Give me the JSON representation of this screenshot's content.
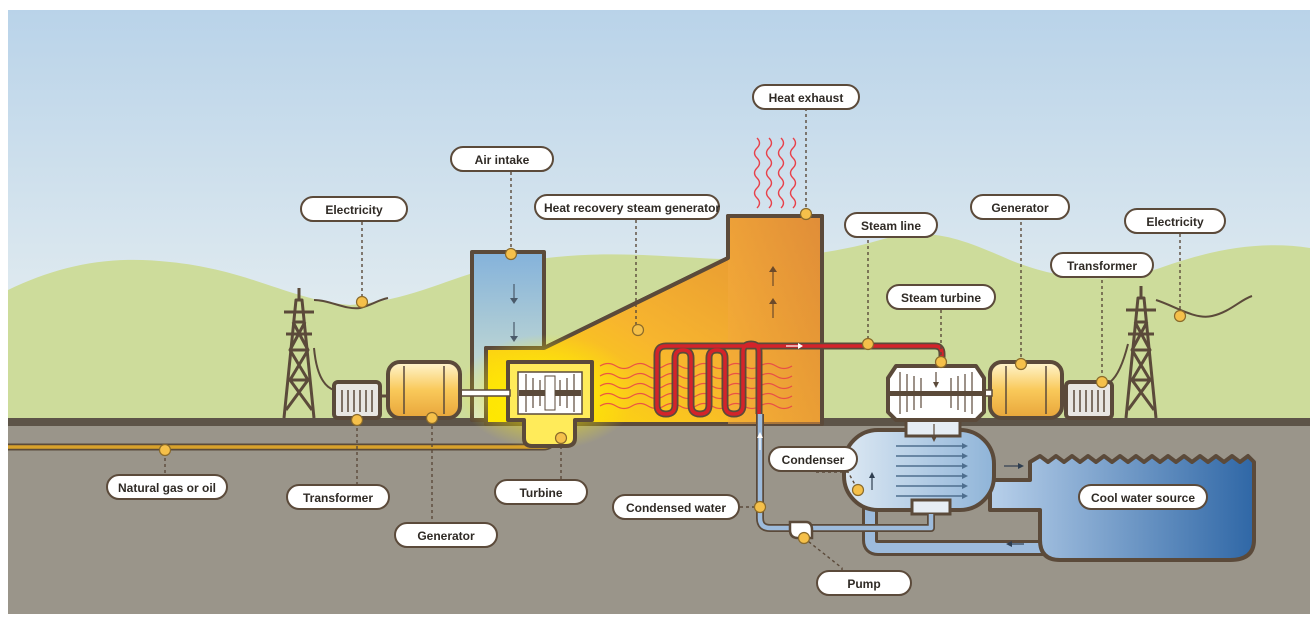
{
  "labels": {
    "heat_exhaust": "Heat exhaust",
    "air_intake": "Air intake",
    "hrsg": "Heat recovery steam generator",
    "electricity_left": "Electricity",
    "steam_line": "Steam line",
    "generator_right": "Generator",
    "electricity_right": "Electricity",
    "transformer_right": "Transformer",
    "steam_turbine": "Steam turbine",
    "condenser": "Condenser",
    "natural_gas": "Natural gas or oil",
    "transformer_left": "Transformer",
    "turbine": "Turbine",
    "generator_left": "Generator",
    "condensed_water": "Condensed water",
    "cool_water": "Cool water source",
    "pump": "Pump"
  },
  "colors": {
    "sky_top": "#b9d3e9",
    "sky_bottom": "#eef3f2",
    "hills": "#cddc9b",
    "ground": "#9a958a",
    "outline": "#5b4a3a",
    "hot": "#ffe400",
    "exhaust_duct": "#f0a030",
    "air_duct": "#8db8dc",
    "steam_pipe": "#d4232a",
    "water_pipe": "#8fb4d6",
    "cool_water": "#2f67a6",
    "gas_pipe": "#d8a12b",
    "marker": "#f5c04a"
  }
}
